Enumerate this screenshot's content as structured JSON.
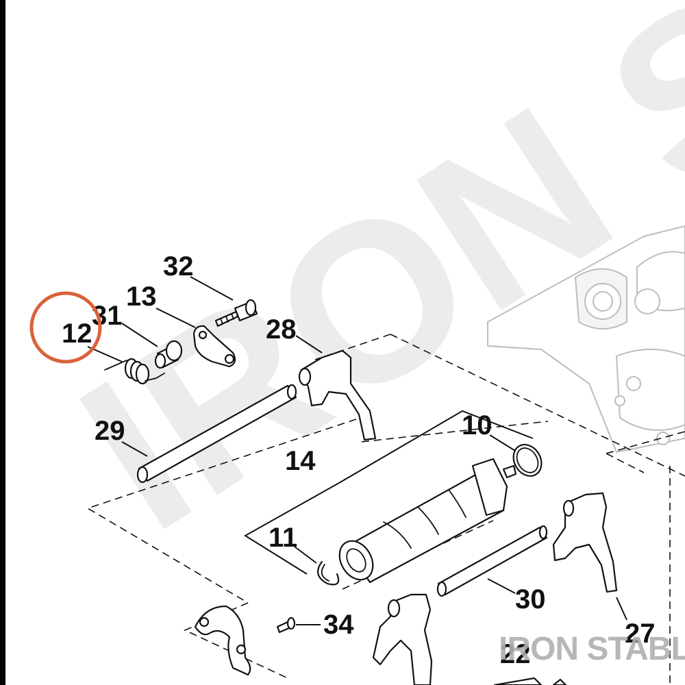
{
  "watermark": {
    "large_text": "IRON S",
    "footer_text": "IRON STABLE"
  },
  "highlight": {
    "color": "#d9623b",
    "target_label": "12"
  },
  "callouts": {
    "c32": "32",
    "c13": "13",
    "c31": "31",
    "c12": "12",
    "c28": "28",
    "c29": "29",
    "c10": "10",
    "c14": "14",
    "c11": "11",
    "c30": "30",
    "c34": "34",
    "c27": "27",
    "c22": "22"
  }
}
